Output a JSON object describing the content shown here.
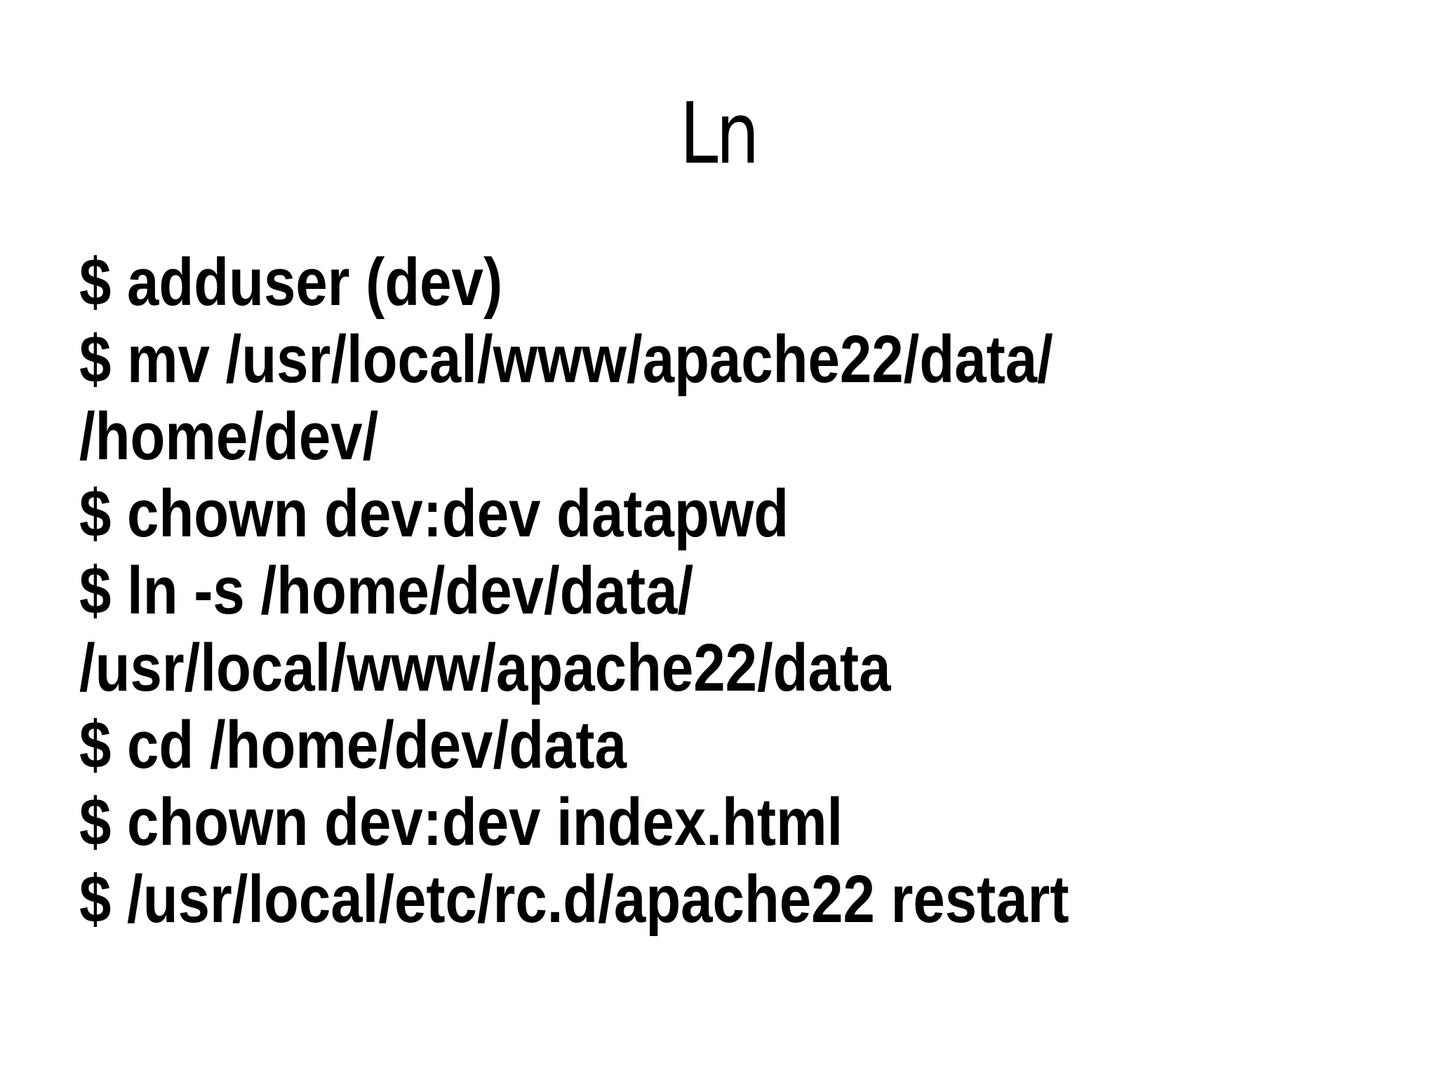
{
  "page": {
    "background_color": "#ffffff",
    "text_color": "#000000"
  },
  "title": "Ln",
  "commands": {
    "lines": [
      "$ adduser (dev)",
      "$ mv /usr/local/www/apache22/data/",
      "/home/dev/",
      "$ chown dev:dev datapwd",
      "$ ln -s /home/dev/data/",
      "/usr/local/www/apache22/data",
      "$ cd /home/dev/data",
      "$ chown dev:dev index.html",
      "$ /usr/local/etc/rc.d/apache22 restart"
    ]
  }
}
